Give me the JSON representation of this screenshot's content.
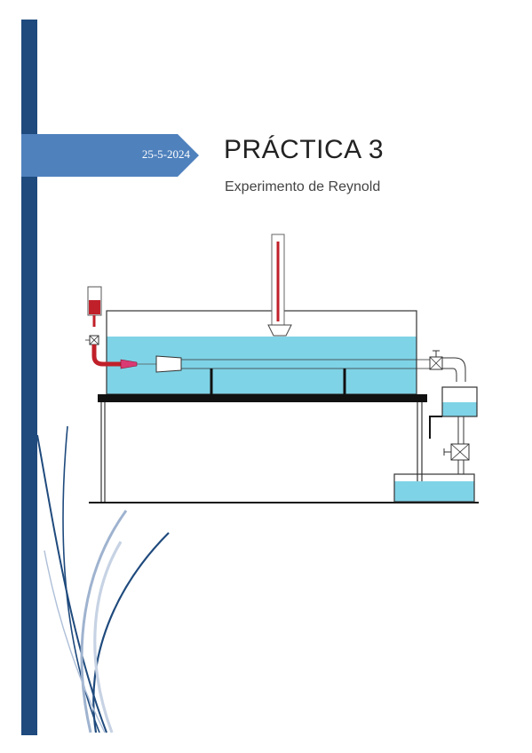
{
  "cover": {
    "date": "25-5-2024",
    "title": "PRÁCTICA 3",
    "subtitle": "Experimento de Reynold"
  },
  "colors": {
    "sidebar": "#1f4a7d",
    "tab": "#4f81bd",
    "water": "#7fd3e6",
    "dye": "#c0202a"
  }
}
